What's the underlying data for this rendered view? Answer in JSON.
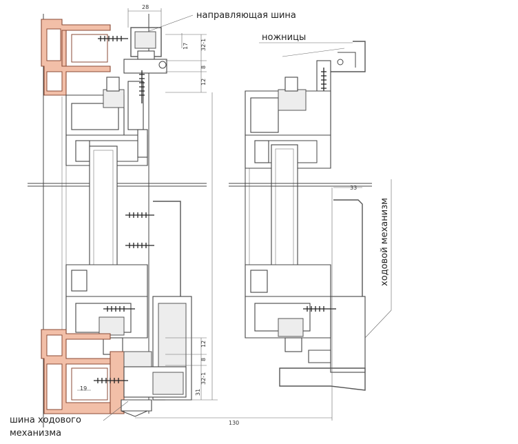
{
  "labels": {
    "guide_rail": "направляющая шина",
    "scissors": "ножницы",
    "running_mechanism": "ходовой механизм",
    "rail_line1": "шина ходового",
    "rail_line2": "механизма"
  },
  "dims": {
    "d28": "28",
    "d17": "17",
    "d32_1_top": "32-1",
    "d8_top": "8",
    "d12_top": "12",
    "d12_bottom": "12",
    "d8_bottom": "8",
    "d32_1_bottom": "32-1",
    "d31": "31",
    "d19": "19",
    "d130": "130",
    "d33": "33"
  },
  "colors": {
    "frame_copper": "#f2bfa8",
    "frame_copper_stroke": "#8a4a35",
    "line": "#444444",
    "fill_grey": "#ededed"
  }
}
